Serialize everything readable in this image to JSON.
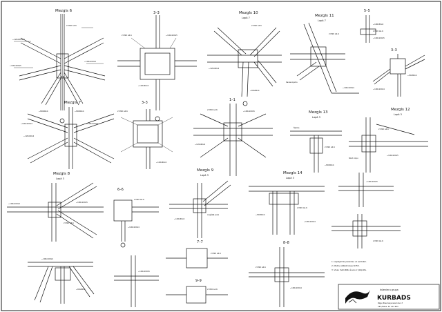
{
  "drawing": {
    "nodes": [
      {
        "id": "n6",
        "title": "Mezgls 6"
      },
      {
        "id": "s33a",
        "title": "3–3"
      },
      {
        "id": "n10",
        "title": "Mezgls 10",
        "sub": "Lapā 7"
      },
      {
        "id": "n11",
        "title": "Mezgls 11",
        "sub": "Lapā 7"
      },
      {
        "id": "s55",
        "title": "5–5"
      },
      {
        "id": "s33b",
        "title": "3–3"
      },
      {
        "id": "n7",
        "title": "Mezgls 7"
      },
      {
        "id": "s33c",
        "title": "3–3"
      },
      {
        "id": "s11",
        "title": "1–1"
      },
      {
        "id": "n13",
        "title": "Mezgls 13",
        "sub": "Lapā 3"
      },
      {
        "id": "n12",
        "title": "Mezgls 12",
        "sub": "Lapā 3"
      },
      {
        "id": "n8",
        "title": "Mezgls 8",
        "sub": "Lapā 3"
      },
      {
        "id": "s66",
        "title": "6–6"
      },
      {
        "id": "n9",
        "title": "Mezgls 9",
        "sub": "Lapā 3"
      },
      {
        "id": "n14",
        "title": "Mezgls 14",
        "sub": "Lapā 3"
      },
      {
        "id": "s77",
        "title": "7–7"
      },
      {
        "id": "s88",
        "title": "8–8"
      },
      {
        "id": "s99",
        "title": "9–9"
      }
    ],
    "notes": [
      "1. Iespējamās pielaides uz sadūrēm.",
      "2. Metina atbilst klasei S355.",
      "3. Visas metinātās šuves ir jāizpilda."
    ]
  },
  "title_block": {
    "company_small": "Inženieru grupa",
    "company": "KURBADS",
    "address": "Rīga, Blaumaņa iela 12a–17",
    "contact": "Tālr./fakss: 67 213 603"
  }
}
